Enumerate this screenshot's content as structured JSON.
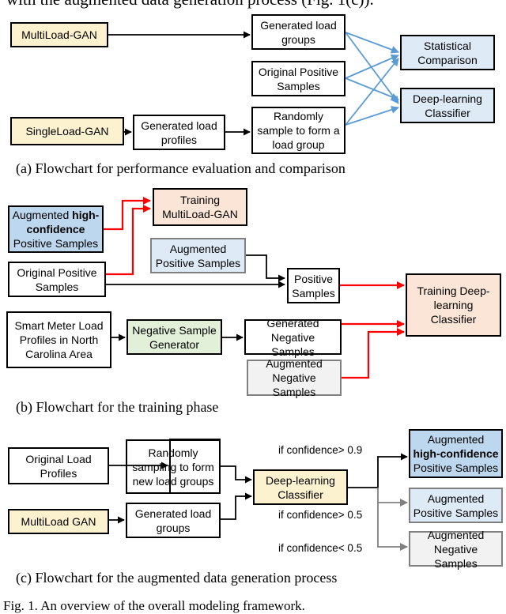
{
  "header_text": "with the augmented data generation process (Fig. 1(c)).",
  "fig_caption": "Fig. 1.   An overview of the overall modeling framework.",
  "panel_a": {
    "caption": "(a) Flowchart for performance evaluation and comparison",
    "multiload_gan": "MultiLoad-GAN",
    "singleload_gan": "SingleLoad-GAN",
    "generated_load_groups": "Generated load groups",
    "original_positive": "Original Positive Samples",
    "generated_load_profiles": "Generated load profiles",
    "randomly_sample": "Randomly sample to form a load group",
    "statistical_comparison": "Statistical Comparison",
    "dl_classifier": "Deep-learning Classifier"
  },
  "panel_b": {
    "caption": "(b) Flowchart for the training phase",
    "aug_hc_prefix": "Augmented ",
    "aug_hc_bold": "high-confidence",
    "aug_hc_suffix": " Positive Samples",
    "training_multiload": "Training MultiLoad-GAN",
    "augmented_positive": "Augmented Positive Samples",
    "original_positive": "Original Positive Samples",
    "positive_samples": "Positive Samples",
    "training_classifier": "Training Deep-learning Classifier",
    "smart_meter": "Smart Meter Load Profiles in North Carolina Area",
    "negative_generator": "Negative Sample Generator",
    "generated_negative": "Generated Negative Samples",
    "augmented_negative": "Augmented Negative Samples"
  },
  "panel_c": {
    "caption": "(c) Flowchart for the augmented data generation process",
    "original_load_profiles": "Original Load Profiles",
    "random_sampling": "Randomly sampling to form new load groups",
    "multiload_gan": "MultiLoad GAN",
    "generated_load_groups": "Generated load groups",
    "dl_classifier": "Deep-learning Classifier",
    "cond1": "if confidence> 0.9",
    "cond2": "if confidence> 0.5",
    "cond3": "if confidence< 0.5",
    "aug_hc_prefix": "Augmented ",
    "aug_hc_bold": "high-confidence",
    "aug_hc_suffix": " Positive Samples",
    "augmented_positive": "Augmented Positive Samples",
    "augmented_negative": "Augmented Negative Samples"
  },
  "colors": {
    "yellow": "#fdf2d0",
    "blue": "#bdd7ee",
    "light_blue": "#deebf7",
    "gray": "#f2f2f2",
    "salmon": "#fbe5d6",
    "green": "#e2f0d9",
    "red_arrow": "#ff0000",
    "blue_arrow": "#5b9bd5",
    "gray_arrow": "#808080"
  }
}
